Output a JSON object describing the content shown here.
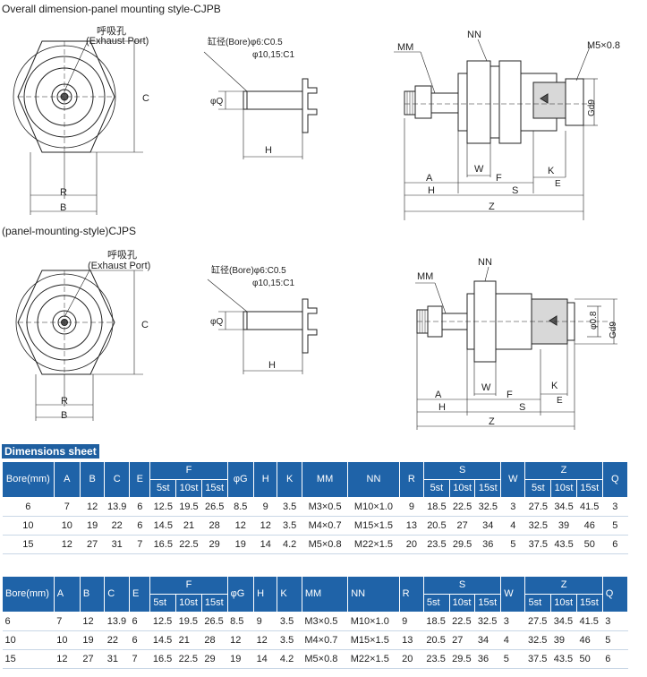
{
  "captions": {
    "top": "Overall dimension-panel mounting style-CJPB",
    "middle": "(panel-mounting-style)CJPS",
    "sheet_title": "Dimensions sheet"
  },
  "labels": {
    "exhaust_cn": "呼吸孔",
    "exhaust_en": "(Exhaust Port)",
    "bore_line1": "缸径(Bore)φ6:C0.5",
    "bore_line2": "φ10,15:C1",
    "phi_q": "φQ",
    "h": "H",
    "r": "R",
    "b": "B",
    "c": "C",
    "mm": "MM",
    "nn": "NN",
    "m5": "M5×0.8",
    "gd9": "Gd9",
    "phi08": "φ0.8",
    "a": "A",
    "w": "W",
    "f": "F",
    "k": "K",
    "e": "E",
    "s": "S",
    "z": "Z"
  },
  "table": {
    "headers": [
      "Bore(mm)",
      "A",
      "B",
      "C",
      "E",
      "F",
      "φG",
      "H",
      "K",
      "MM",
      "NN",
      "R",
      "S",
      "W",
      "Z",
      "Q"
    ],
    "sub_headers": [
      "5st",
      "10st",
      "15st"
    ],
    "rows": [
      [
        "6",
        "7",
        "12",
        "13.9",
        "6",
        "12.5",
        "19.5",
        "26.5",
        "8.5",
        "9",
        "3.5",
        "M3×0.5",
        "M10×1.0",
        "9",
        "18.5",
        "22.5",
        "32.5",
        "3",
        "27.5",
        "34.5",
        "41.5",
        "3"
      ],
      [
        "10",
        "10",
        "19",
        "22",
        "6",
        "14.5",
        "21",
        "28",
        "12",
        "12",
        "3.5",
        "M4×0.7",
        "M15×1.5",
        "13",
        "20.5",
        "27",
        "34",
        "4",
        "32.5",
        "39",
        "46",
        "5"
      ],
      [
        "15",
        "12",
        "27",
        "31",
        "7",
        "16.5",
        "22.5",
        "29",
        "19",
        "14",
        "4.2",
        "M5×0.8",
        "M22×1.5",
        "20",
        "23.5",
        "29.5",
        "36",
        "5",
        "37.5",
        "43.5",
        "50",
        "6"
      ]
    ]
  }
}
